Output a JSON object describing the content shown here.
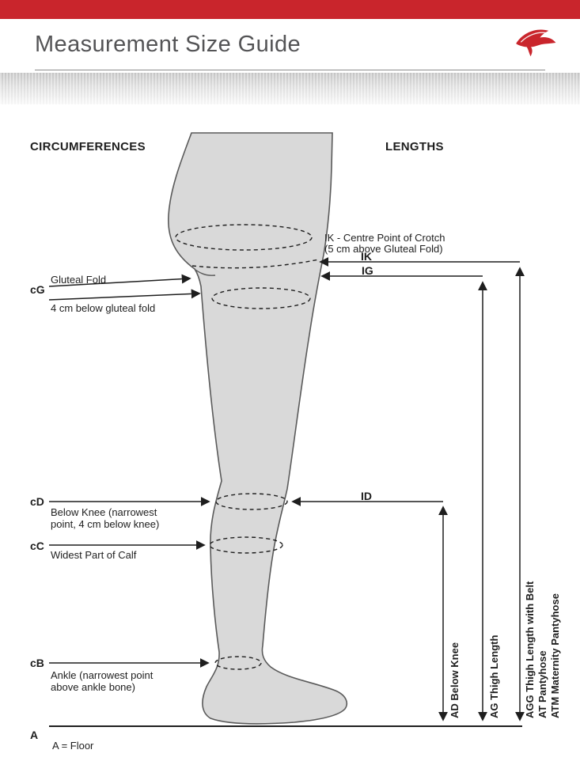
{
  "header": {
    "title": "Measurement Size Guide"
  },
  "circumferences": {
    "title": "CIRCUMFERENCES",
    "cg": {
      "code": "cG",
      "label1": "Gluteal Fold",
      "label2": "4 cm below gluteal fold"
    },
    "cd": {
      "code": "cD",
      "label": "Below Knee (narrowest point, 4 cm below knee)"
    },
    "cc": {
      "code": "cC",
      "label": "Widest Part of Calf"
    },
    "cb": {
      "code": "cB",
      "label": "Ankle (narrowest point above ankle bone)"
    },
    "a": {
      "code": "A",
      "label": "A = Floor"
    }
  },
  "lengths": {
    "title": "LENGTHS",
    "ik_note_line1": "IK - Centre Point of Crotch",
    "ik_note_line2": "(5 cm above Gluteal Fold)",
    "ik": {
      "code": "IK"
    },
    "ig": {
      "code": "IG"
    },
    "id": {
      "code": "ID"
    },
    "ad_label": "AD Below Knee",
    "ag_label": "AG Thigh Length",
    "agg_label": "AGG Thigh Length with Belt",
    "at_label": "AT Pantyhose",
    "atm_label": "ATM Maternity Pantyhose"
  },
  "colors": {
    "brand_red": "#c9252c",
    "leg_fill": "#d9d9d9",
    "leg_outline": "#5a5a5a",
    "text_dark": "#1e1e1e",
    "title_gray": "#545456"
  }
}
